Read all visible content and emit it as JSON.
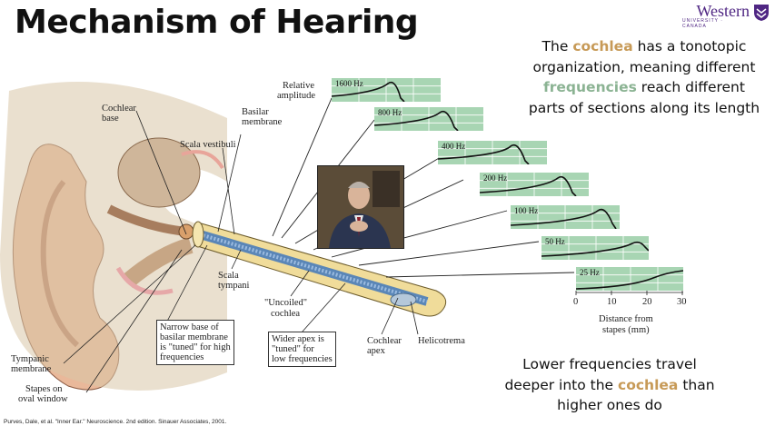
{
  "slide": {
    "title": "Mechanism of Hearing",
    "logo": {
      "word": "Western",
      "sub": "UNIVERSITY · CANADA",
      "icon": "crest-icon"
    },
    "para1": {
      "p1": "The ",
      "h1": "cochlea",
      "p2": " has a tonotopic organization, meaning different ",
      "h2": "frequencies",
      "p3": " reach different parts of sections along its length"
    },
    "para2": {
      "p1": "Lower frequencies travel deeper into the ",
      "h1": "cochlea",
      "p2": " than higher ones do"
    },
    "citation": "Purves, Dale, et al. \"Inner Ear.\" Neuroscience. 2nd edition. Sinauer Associates, 2001.",
    "colors": {
      "cochlea": "#c79a57",
      "frequencies": "#8bb393",
      "freq_box": "#a8d5b3",
      "logo": "#4f2683"
    }
  },
  "diagram": {
    "labels": {
      "relative_amplitude_1": "Relative",
      "relative_amplitude_2": "amplitude",
      "cochlear_base_1": "Cochlear",
      "cochlear_base_2": "base",
      "basilar_membrane_1": "Basilar",
      "basilar_membrane_2": "membrane",
      "scala_vestibuli": "Scala vestibuli",
      "scala_tympani_1": "Scala",
      "scala_tympani_2": "tympani",
      "uncoiled_1": "\"Uncoiled\"",
      "uncoiled_2": "cochlea",
      "narrow_1": "Narrow base of",
      "narrow_2": "basilar membrane",
      "narrow_3": "is \"tuned\" for high",
      "narrow_4": "frequencies",
      "wider_1": "Wider apex is",
      "wider_2": "\"tuned\" for",
      "wider_3": "low frequencies",
      "cochlear_apex_1": "Cochlear",
      "cochlear_apex_2": "apex",
      "helicotrema": "Helicotrema",
      "tympanic_1": "Tympanic",
      "tympanic_2": "membrane",
      "stapes_1": "Stapes on",
      "stapes_2": "oval window",
      "distance_1": "Distance from",
      "distance_2": "stapes (mm)"
    },
    "frequencies": [
      "1600 Hz",
      "800 Hz",
      "400 Hz",
      "200 Hz",
      "100 Hz",
      "50 Hz",
      "25 Hz"
    ],
    "axis_ticks": [
      "0",
      "10",
      "20",
      "30"
    ]
  }
}
